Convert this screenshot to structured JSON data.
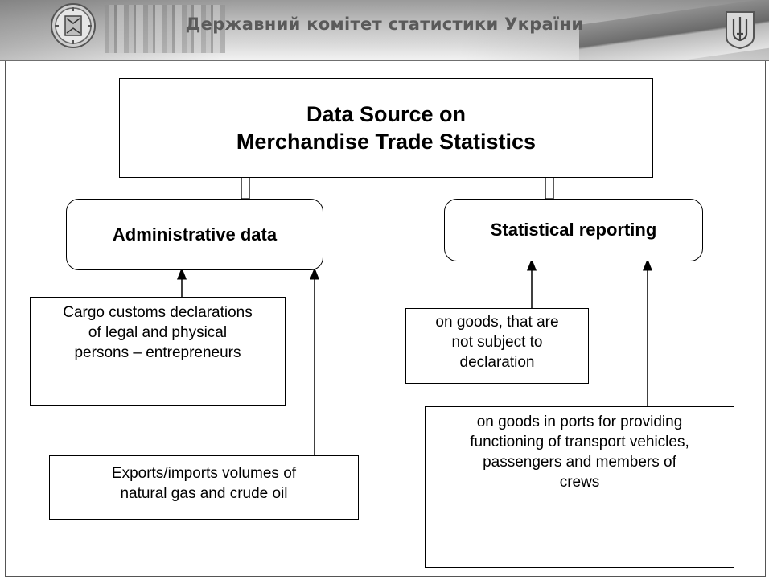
{
  "header": {
    "title": "Державний комітет статистики України",
    "left_emblem_icon": "organization-emblem-icon",
    "right_emblem_icon": "trident-coat-of-arms-icon"
  },
  "diagram": {
    "main": {
      "line1": "Data Source on",
      "line2": "Merchandise Trade Statistics"
    },
    "categories": {
      "administrative": "Administrative data",
      "statistical": "Statistical reporting"
    },
    "sources": {
      "cargo": [
        "Cargo customs declarations",
        "of legal and physical",
        "persons – entrepreneurs"
      ],
      "exports": [
        "Exports/imports volumes of",
        "natural gas and crude oil"
      ],
      "goods_not_declared": [
        "on goods, that are",
        "not subject to",
        "declaration"
      ],
      "ports": [
        "on goods in ports for providing",
        "functioning of transport vehicles,",
        "passengers and members of",
        "crews"
      ]
    }
  },
  "colors": {
    "banner_text": "#5a5a5a",
    "line": "#000000",
    "background": "#ffffff"
  }
}
